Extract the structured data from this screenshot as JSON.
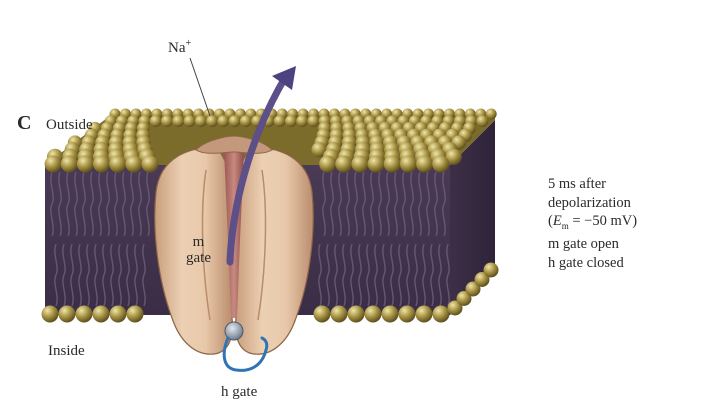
{
  "figure": {
    "panel_letter": "C",
    "region_labels": {
      "outside": "Outside",
      "inside": "Inside"
    },
    "ion_label": {
      "symbol": "Na",
      "charge": "+"
    },
    "gates": {
      "m_gate_line1": "m",
      "m_gate_line2": "gate",
      "h_gate": "h gate"
    },
    "description": {
      "line1": "5 ms after",
      "line2": "depolarization",
      "line3_open": "(",
      "line3_var": "E",
      "line3_sub": "m",
      "line3_rest": " = −50 mV)",
      "line4": "m gate open",
      "line5": "h gate closed"
    },
    "colors": {
      "lipid_head": "#9a8a3c",
      "lipid_tail": "#6b5b77",
      "channel": "#d9b494",
      "pore": "#b2706a",
      "arrow": "#5d4f88",
      "h_gate_loop": "#2f74b5"
    }
  }
}
